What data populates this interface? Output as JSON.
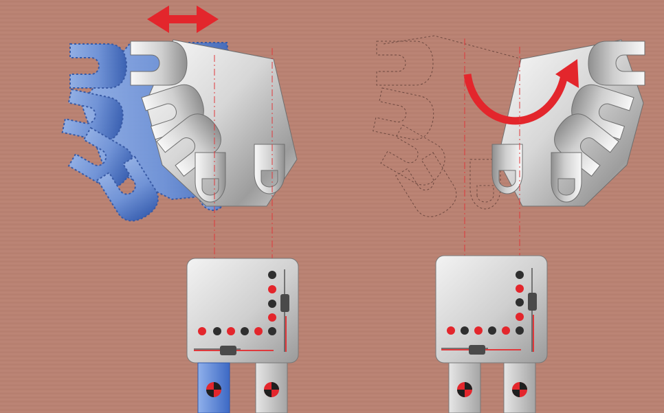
{
  "figure": {
    "background_color": "#b98273",
    "panels": [
      {
        "id": "left",
        "motion": "linear-shift",
        "arrow_icon": "double-arrow-horizontal-icon",
        "ghost_style": "blue-shadow",
        "body_pins": 5,
        "side_pins": 5
      },
      {
        "id": "right",
        "motion": "rotation",
        "arrow_icon": "curved-rotate-arrow-icon",
        "ghost_style": "dashed-outline",
        "body_pins": 5,
        "side_pins": 5
      }
    ],
    "colors": {
      "arrow": "#e3262c",
      "metal_light": "#f4f4f4",
      "metal_mid": "#c9c9c9",
      "metal_dark": "#8c8c8c",
      "ghost_blue": "#4f7ed4",
      "guide_line": "#e0383b",
      "pin_red": "#e3262c",
      "pin_dark": "#2f2f2f"
    }
  }
}
